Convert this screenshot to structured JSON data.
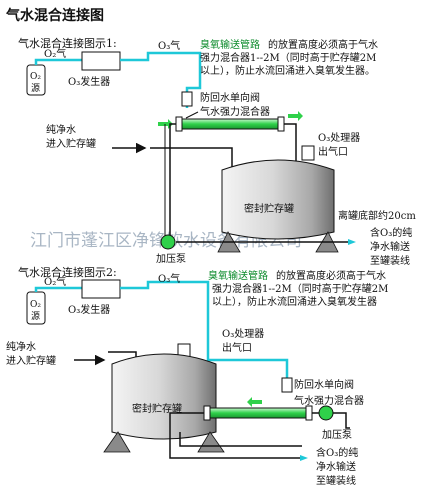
{
  "title": "气水混合连接图",
  "watermark": "江门市蓬江区净锋饮水设备有限公司",
  "colors": {
    "pipe": "#1ec8d8",
    "green": "#2fd14a",
    "highlight_text": "#0a8a2a",
    "tank_light": "#e8e8e8",
    "tank_dark": "#7a7a7a"
  },
  "diagram1": {
    "heading": "气水混合连接图示1:",
    "o2_gas": "O₂气",
    "o3_gas": "O₃气",
    "o2_source_1": "O₂",
    "o2_source_2": "源",
    "generator": "O₃发生器",
    "note_highlight": "臭氧输送管路",
    "note_line1_rest": "的放置高度必须高于气水",
    "note_line2": "强力混合器1--2M（同时高于贮存罐2M",
    "note_line3": "以上），防止水流回涌进入臭氧发生器。",
    "check_valve": "防回水单向阀",
    "mixer": "气水强力混合器",
    "inlet_1": "纯净水",
    "inlet_2": "进入贮存罐",
    "processor_1": "O₃处理器",
    "processor_2": "出气口",
    "tank": "密封贮存罐",
    "height_note": "离罐底部约20cm",
    "pump": "加压泵",
    "outlet_1": "含O₃的纯",
    "outlet_2": "净水输送",
    "outlet_3": "至罐装线"
  },
  "diagram2": {
    "heading": "气水混合连接图示2:",
    "o2_gas": "O₂气",
    "o3_gas": "O₃气",
    "o2_source_1": "O₂",
    "o2_source_2": "源",
    "generator": "O₃发生器",
    "note_highlight": "臭氧输送管路",
    "note_line1_rest": "的放置高度必须高于气水",
    "note_line2": "强力混合器1--2M（同时高于贮存罐2M",
    "note_line3": "以上），防止水流回涌进入臭氧发生器",
    "inlet_1": "纯净水",
    "inlet_2": "进入贮存罐",
    "processor_1": "O₃处理器",
    "processor_2": "出气口",
    "check_valve": "防回水单向阀",
    "tank": "密封贮存罐",
    "mixer": "气水强力混合器",
    "pump": "加压泵",
    "outlet_1": "含O₃的纯",
    "outlet_2": "净水输送",
    "outlet_3": "至罐装线"
  }
}
